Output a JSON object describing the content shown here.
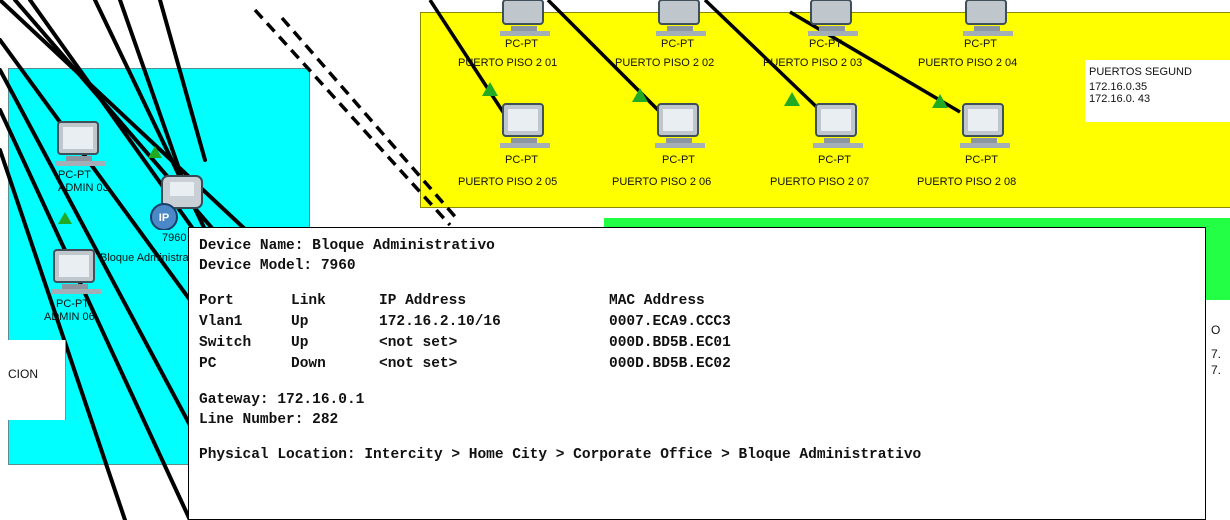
{
  "title": "Cisco Packet Tracer - Logical Workspace",
  "colors": {
    "cyan_area": "#00ffff",
    "yellow_area": "#ffff00",
    "green_area": "#22ff44",
    "cable": "#000000",
    "link_light": "#22aa22"
  },
  "devices": [
    {
      "id": "pc-admin-03",
      "icon": "pc-icon",
      "type": "PC-PT",
      "name": "ADMIN 03"
    },
    {
      "id": "pc-admin-06",
      "icon": "pc-icon",
      "type": "PC-PT",
      "name": "ADMIN 06"
    },
    {
      "id": "phone-7960",
      "icon": "ip-phone-icon",
      "type": "7960",
      "name": "Bloque Administrativo"
    },
    {
      "id": "pc-p201",
      "icon": "pc-icon",
      "type": "PC-PT",
      "name": "PUERTO PISO 2 01"
    },
    {
      "id": "pc-p202",
      "icon": "pc-icon",
      "type": "PC-PT",
      "name": "PUERTO PISO 2 02"
    },
    {
      "id": "pc-p203",
      "icon": "pc-icon",
      "type": "PC-PT",
      "name": "PUERTO PISO 2 03"
    },
    {
      "id": "pc-p204",
      "icon": "pc-icon",
      "type": "PC-PT",
      "name": "PUERTO PISO 2 04"
    },
    {
      "id": "pc-p205",
      "icon": "pc-icon",
      "type": "PC-PT",
      "name": "PUERTO PISO 2 05"
    },
    {
      "id": "pc-p206",
      "icon": "pc-icon",
      "type": "PC-PT",
      "name": "PUERTO PISO 2 06"
    },
    {
      "id": "pc-p207",
      "icon": "pc-icon",
      "type": "PC-PT",
      "name": "PUERTO PISO 2 07"
    },
    {
      "id": "pc-p208",
      "icon": "pc-icon",
      "type": "PC-PT",
      "name": "PUERTO PISO 2 08"
    }
  ],
  "note_segundo": {
    "title": "PUERTOS SEGUND",
    "lines": [
      "172.16.0.35",
      "172.16.0. 43"
    ]
  },
  "cyan_label": "CION",
  "right_edge_text": {
    "a": "O",
    "b": "7.",
    "c": "7."
  },
  "tooltip": {
    "device_name_label": "Device Name:",
    "device_name": "Bloque Administrativo",
    "device_model_label": "Device Model:",
    "device_model": "7960",
    "headers": [
      "Port",
      "Link",
      "IP Address",
      "MAC Address"
    ],
    "ports": [
      {
        "port": "Vlan1",
        "link": "Up",
        "ip": "172.16.2.10/16",
        "mac": "0007.ECA9.CCC3"
      },
      {
        "port": "Switch",
        "link": "Up",
        "ip": "<not set>",
        "mac": "000D.BD5B.EC01"
      },
      {
        "port": "PC",
        "link": "Down",
        "ip": "<not set>",
        "mac": "000D.BD5B.EC02"
      }
    ],
    "gateway_label": "Gateway:",
    "gateway": "172.16.0.1",
    "line_number_label": "Line Number:",
    "line_number": "282",
    "location_label": "Physical Location:",
    "location": "Intercity > Home City > Corporate Office > Bloque Administrativo"
  }
}
